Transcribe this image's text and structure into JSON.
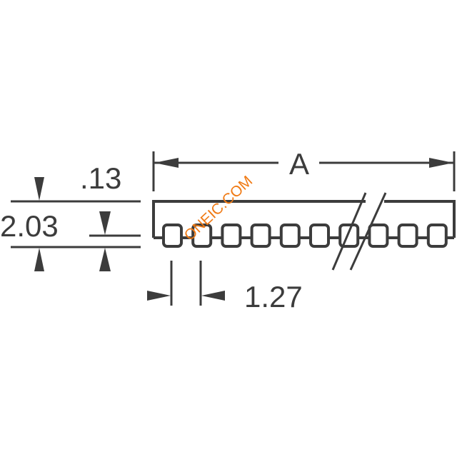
{
  "drawing": {
    "length_label": "A",
    "top_thickness_label": ".13",
    "height_label": "2.03",
    "pitch_label": "1.27",
    "watermark": "ONEIC.COM",
    "line_color": "#3c3c3c",
    "watermark_color": "#f07a14"
  }
}
